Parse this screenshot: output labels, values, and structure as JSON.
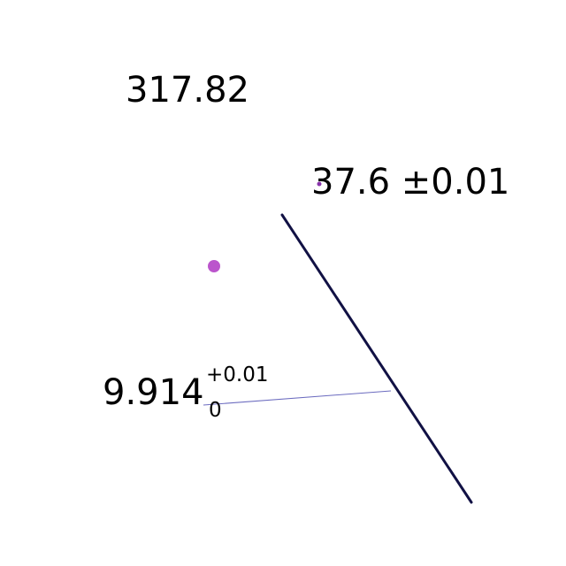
{
  "dimensions": {
    "top_value": "317.82",
    "right_value": "37.6 ±0.01",
    "left_value": "9.914",
    "left_tolerance_upper": "+0.01",
    "left_tolerance_lower": "0"
  },
  "colors": {
    "main_line": "#111144",
    "leader_line": "#6b6bbf",
    "point_large": "#bb55cc",
    "point_small": "#8833aa",
    "text": "#000000"
  }
}
